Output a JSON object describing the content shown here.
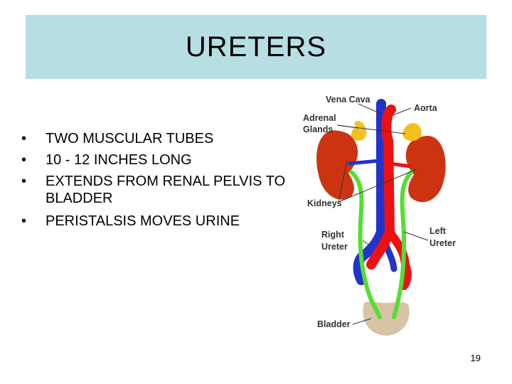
{
  "slide": {
    "title": "URETERS",
    "bullets": [
      "TWO MUSCULAR TUBES",
      "10 - 12 INCHES LONG",
      "EXTENDS FROM RENAL PELVIS TO BLADDER",
      "PERISTALSIS MOVES URINE"
    ],
    "page_number": "19"
  },
  "diagram": {
    "labels": {
      "vena_cava": "Vena Cava",
      "aorta": "Aorta",
      "adrenal_1": "Adrenal",
      "adrenal_2": "Glands",
      "kidneys": "Kidneys",
      "right_ureter_1": "Right",
      "right_ureter_2": "Ureter",
      "left_ureter_1": "Left",
      "left_ureter_2": "Ureter",
      "bladder": "Bladder"
    },
    "colors": {
      "kidney": "#cc3311",
      "adrenal": "#f2c21c",
      "vena_cava": "#2233cc",
      "aorta": "#ee1111",
      "ureter": "#55dd33",
      "bladder": "#d8c3a6"
    }
  }
}
